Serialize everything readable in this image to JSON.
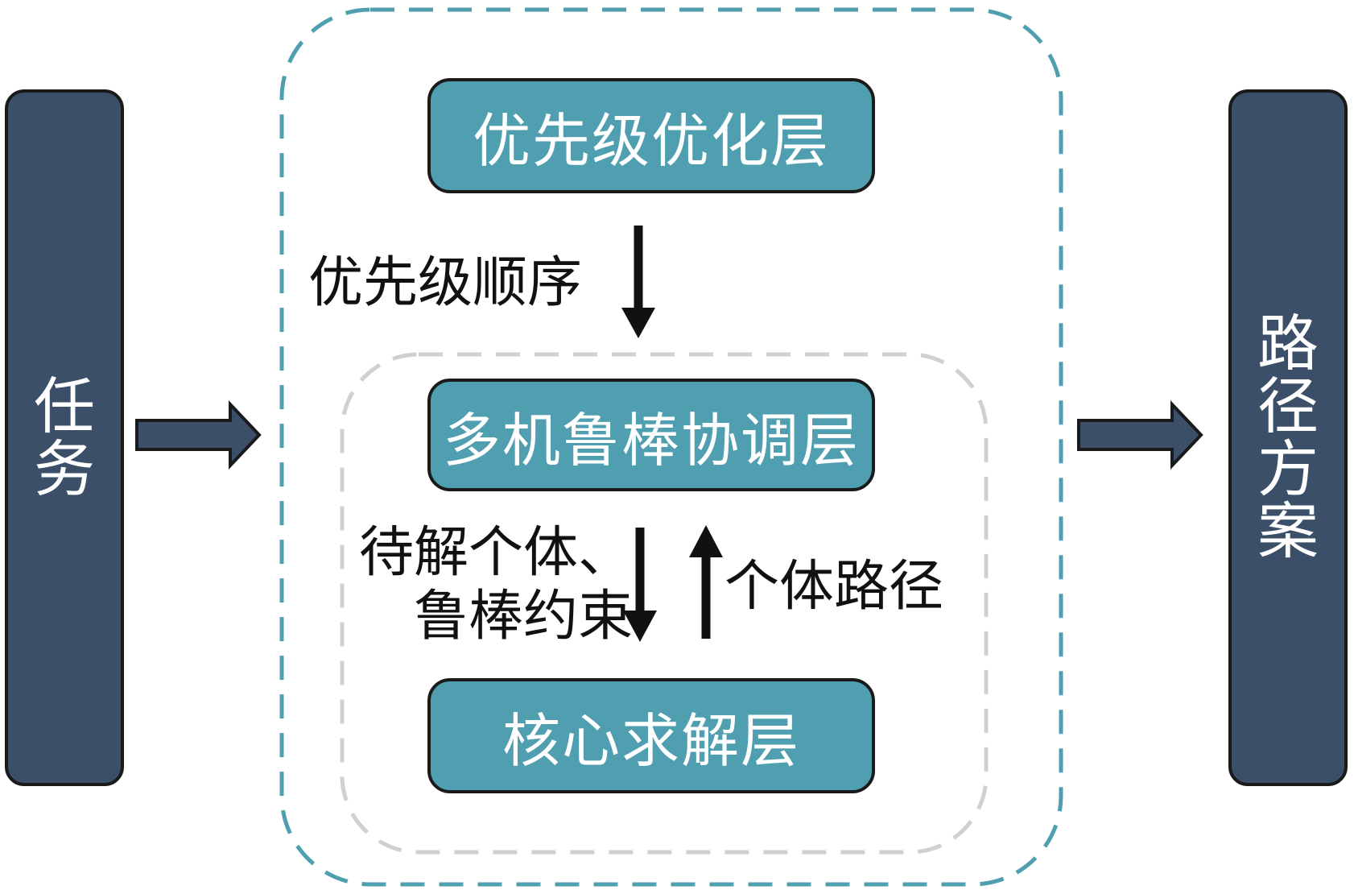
{
  "diagram": {
    "input_label": "任务",
    "output_label": "路径方案",
    "layers": {
      "priority": "优先级优化层",
      "coordination": "多机鲁棒协调层",
      "core": "核心求解层"
    },
    "edges": {
      "priority_to_coord": "优先级顺序",
      "coord_to_core_line1": "待解个体、",
      "coord_to_core_line2": "鲁棒约束",
      "core_to_coord": "个体路径"
    },
    "colors": {
      "side_fill": "#3b5068",
      "layer_fill": "#4f9fb0",
      "outer_dash": "#4f9fb0",
      "inner_dash": "#d0d0d0",
      "arrow": "#111111"
    }
  }
}
